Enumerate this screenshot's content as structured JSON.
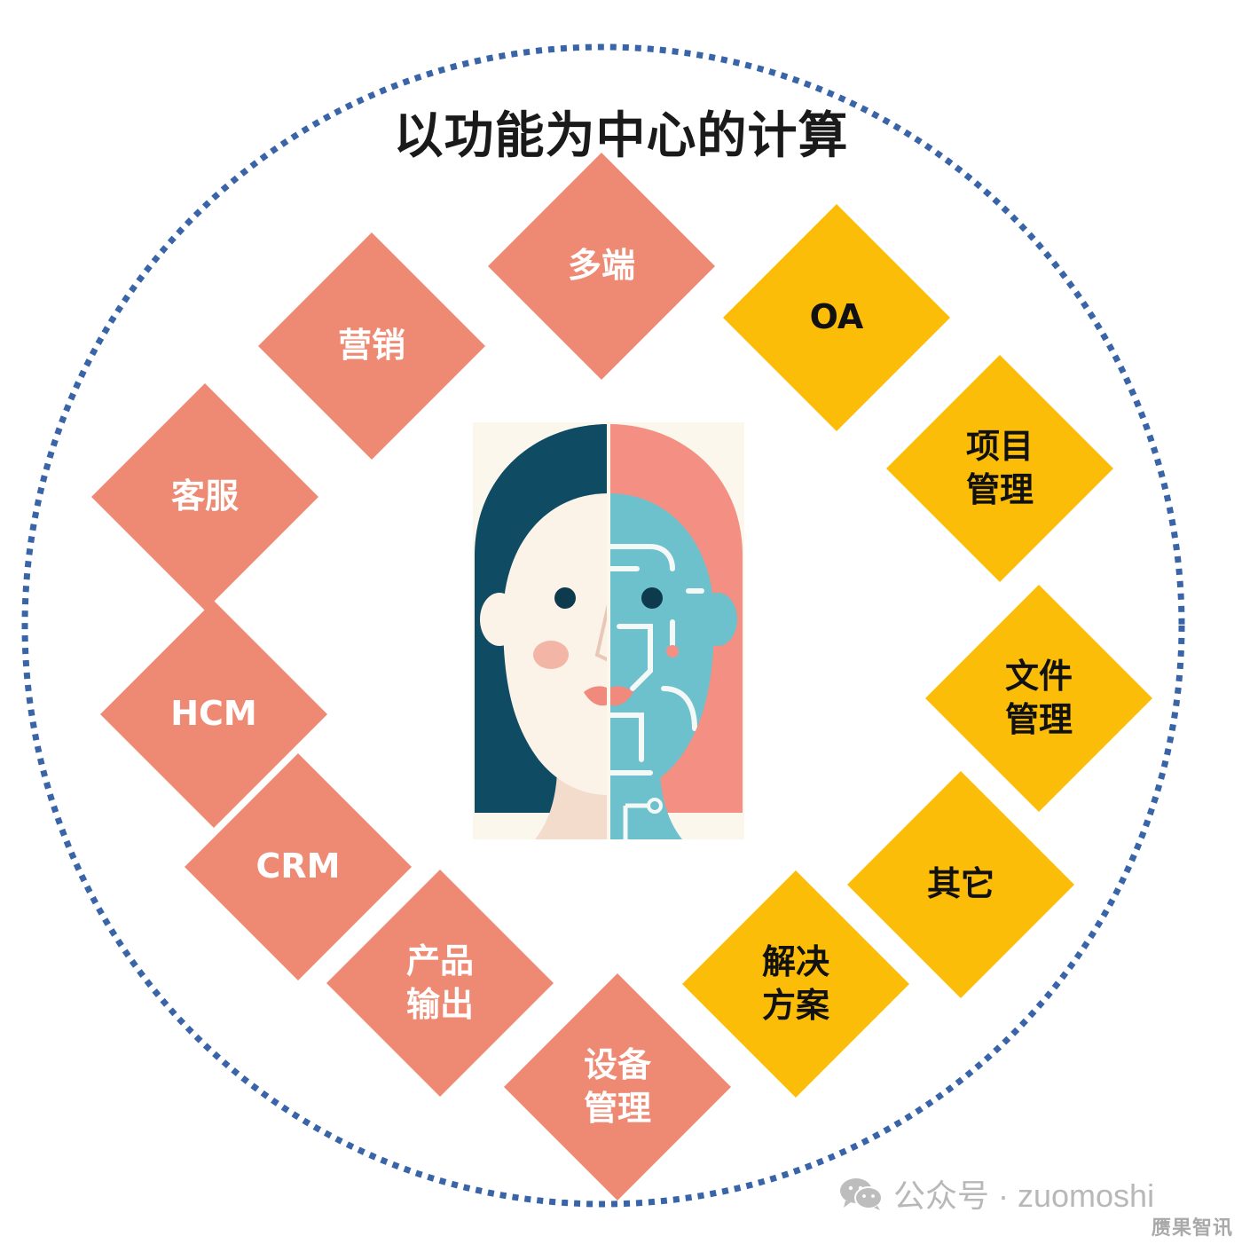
{
  "title": "以功能为中心的计算",
  "colors": {
    "ring": "#3a64a8",
    "human_group": "#ee8a73",
    "system_group": "#fbbd08",
    "face_dark_hair": "#0f4b63",
    "face_pink_hair": "#f48f84",
    "face_robot": "#6cc1cc"
  },
  "center_image": {
    "icon": "half-human-half-robot-face-icon"
  },
  "diamonds_coral": [
    {
      "id": "duoduan",
      "label": "多端"
    },
    {
      "id": "yingxiao",
      "label": "营销"
    },
    {
      "id": "kefu",
      "label": "客服"
    },
    {
      "id": "hcm",
      "label": "HCM"
    },
    {
      "id": "crm",
      "label": "CRM"
    },
    {
      "id": "chanpin",
      "label": "产品\n输出"
    },
    {
      "id": "shebei",
      "label": "设备\n管理"
    }
  ],
  "diamonds_gold": [
    {
      "id": "oa",
      "label": "OA"
    },
    {
      "id": "xiangmu",
      "label": "项目\n管理"
    },
    {
      "id": "wenjian",
      "label": "文件\n管理"
    },
    {
      "id": "qita",
      "label": "其它"
    },
    {
      "id": "jiejue",
      "label": "解决\n方案"
    }
  ],
  "watermark": {
    "icon": "wechat-icon",
    "text": "公众号 · zuomoshi"
  },
  "corner_mark": "赝果智讯"
}
